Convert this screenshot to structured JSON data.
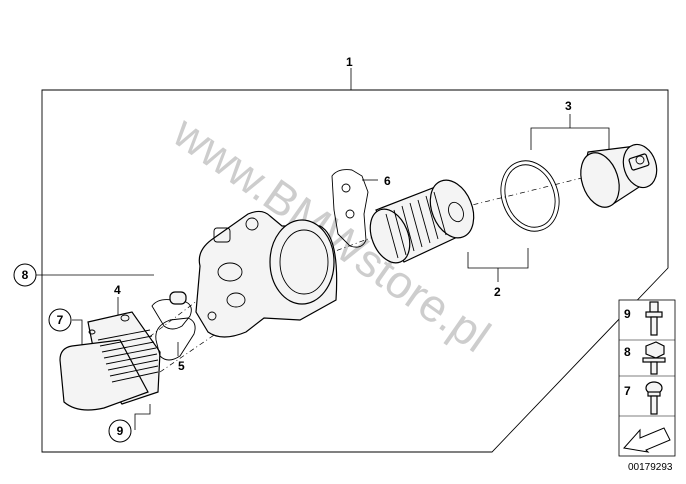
{
  "watermark": "www.BMWstore.pl",
  "document_number": "00179293",
  "callouts": [
    {
      "id": "c1",
      "label": "1"
    },
    {
      "id": "c2",
      "label": "2"
    },
    {
      "id": "c3",
      "label": "3"
    },
    {
      "id": "c4",
      "label": "4"
    },
    {
      "id": "c5",
      "label": "5"
    },
    {
      "id": "c6",
      "label": "6"
    },
    {
      "id": "c7",
      "label": "7"
    },
    {
      "id": "c8",
      "label": "8"
    },
    {
      "id": "c9",
      "label": "9"
    }
  ],
  "side_panel": {
    "items": [
      {
        "label": "9"
      },
      {
        "label": "8"
      },
      {
        "label": "7"
      }
    ]
  }
}
